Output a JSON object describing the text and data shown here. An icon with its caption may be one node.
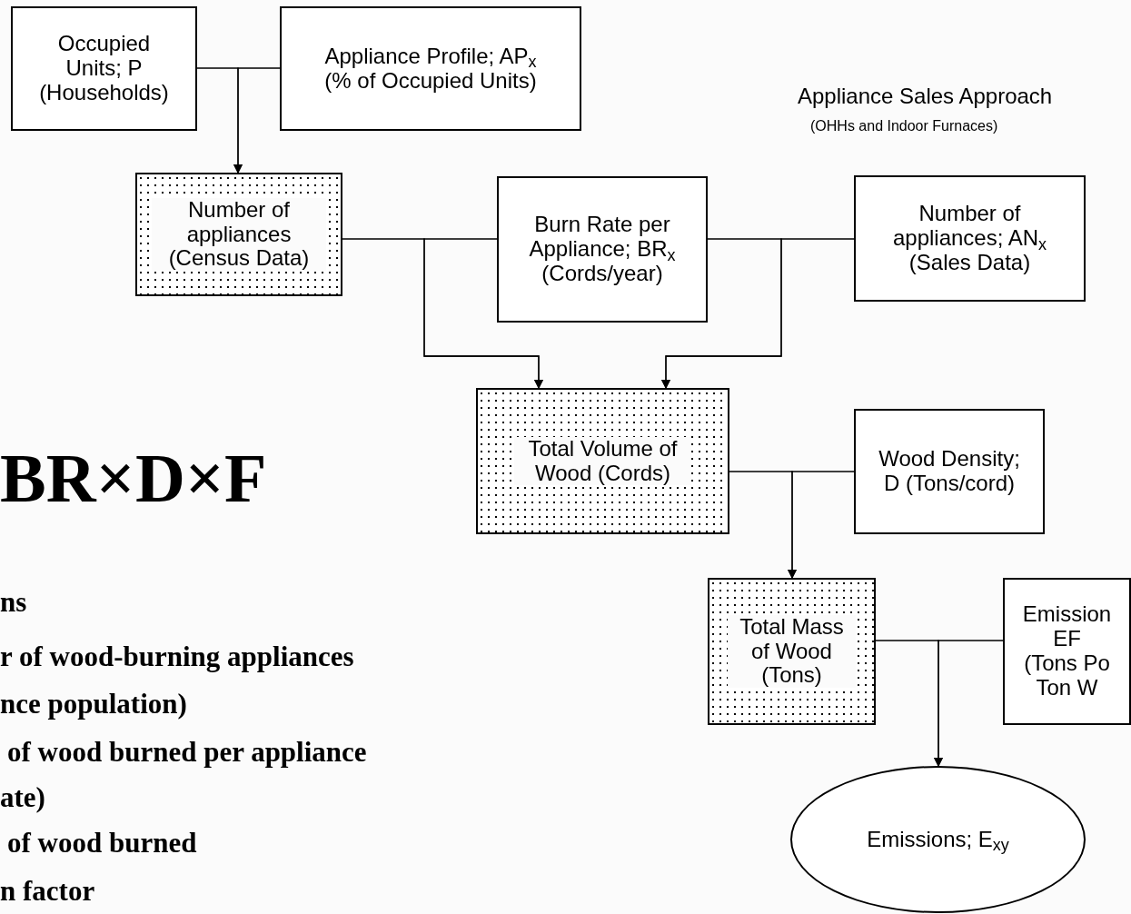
{
  "diagram": {
    "nodes": [
      {
        "text": [
          "Occupied Units; P (Households)"
        ]
      },
      {
        "text": [
          "Appliance Profile; AP$_{x}$ (% of Occupied Units)"
        ]
      },
      {
        "text": [
          "Number of appliances (Census Data)"
        ]
      },
      {
        "text": [
          "Burn Rate per Appliance; BR$_{x}$ (Cords/year)"
        ]
      },
      {
        "text": [
          "Number of appliances; AN$_{x}$ (Sales Data)"
        ]
      },
      {
        "text": [
          "Total Volume of Wood (Cords)"
        ]
      },
      {
        "text": [
          "Wood Density; D (Tons/cord)"
        ]
      },
      {
        "text": [
          "Total Mass of Wood (Tons)"
        ]
      },
      {
        "text": [
          "Emission",
          "EF",
          "(Tons Po",
          "Ton W"
        ]
      },
      {
        "text": [
          "Emissions; E$_{xy}$"
        ]
      }
    ],
    "edges": [
      {
        "from": 0,
        "to": 2,
        "arrow": "to"
      },
      {
        "from": 1,
        "to": 2,
        "arrow": "to"
      },
      {
        "from": 2,
        "to": 5,
        "arrow": "to"
      },
      {
        "from": 3,
        "to": 5,
        "arrow": "to"
      },
      {
        "from": 3,
        "to": 5,
        "arrow": "to"
      },
      {
        "from": 4,
        "to": 5,
        "arrow": "to"
      },
      {
        "from": 5,
        "to": 7,
        "arrow": "to"
      },
      {
        "from": 6,
        "to": 7,
        "arrow": "to"
      },
      {
        "from": 7,
        "to": 9,
        "arrow": "to"
      },
      {
        "from": 8,
        "to": 9,
        "arrow": "to"
      }
    ],
    "labels": [
      "Appliance Sales Approach",
      "(OHHs and Indoor Furnaces)",
      "BR×D×F",
      "ns",
      "r of wood-burning appliances",
      "nce population)",
      "of wood burned per appliance",
      "ate)",
      "of wood burned",
      "n factor"
    ]
  }
}
